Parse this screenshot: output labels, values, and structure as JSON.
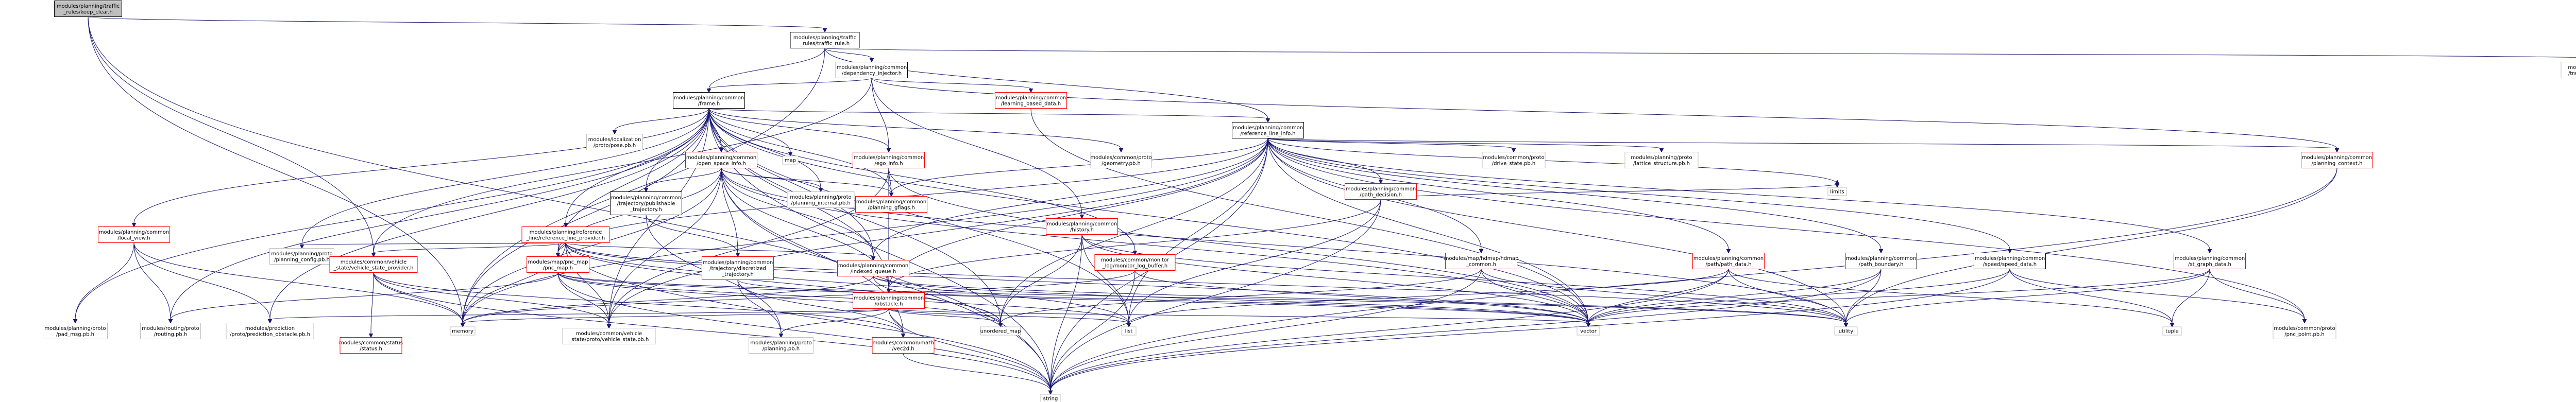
{
  "colors": {
    "edge": "#191970",
    "root_fill": "#bfbfbf",
    "default_border": "#000000",
    "link_border": "#ff0000",
    "external_border": "#bfbfbf"
  },
  "nodes": [
    {
      "id": "root",
      "lines": [
        "modules/planning/traffic",
        "_rules/keep_clear.h"
      ],
      "kind": "root"
    },
    {
      "id": "traffic_rule",
      "lines": [
        "modules/planning/traffic",
        "_rules/traffic_rule.h"
      ],
      "kind": "default"
    },
    {
      "id": "dependency_injector",
      "lines": [
        "modules/planning/common",
        "/dependency_injector.h"
      ],
      "kind": "default"
    },
    {
      "id": "traffic_rule_config",
      "lines": [
        "modules/planning/proto",
        "/traffic_rule_config.pb.h"
      ],
      "kind": "external"
    },
    {
      "id": "frame",
      "lines": [
        "modules/planning/common",
        "/frame.h"
      ],
      "kind": "default"
    },
    {
      "id": "learning_based_data",
      "lines": [
        "modules/planning/common",
        "/learning_based_data.h"
      ],
      "kind": "link"
    },
    {
      "id": "reference_line_info",
      "lines": [
        "modules/planning/common",
        "/reference_line_info.h"
      ],
      "kind": "default"
    },
    {
      "id": "planning_context",
      "lines": [
        "modules/planning/common",
        "/planning_context.h"
      ],
      "kind": "link"
    },
    {
      "id": "localization_pose",
      "lines": [
        "modules/localization",
        "/proto/pose.pb.h"
      ],
      "kind": "external"
    },
    {
      "id": "open_space_info",
      "lines": [
        "modules/planning/common",
        "/open_space_info.h"
      ],
      "kind": "link"
    },
    {
      "id": "ego_info",
      "lines": [
        "modules/planning/common",
        "/ego_info.h"
      ],
      "kind": "link"
    },
    {
      "id": "map_h",
      "lines": [
        "map"
      ],
      "kind": "external"
    },
    {
      "id": "geometry_pb",
      "lines": [
        "modules/common/proto",
        "/geometry.pb.h"
      ],
      "kind": "external"
    },
    {
      "id": "planning_internal",
      "lines": [
        "modules/planning/proto",
        "/planning_internal.pb.h"
      ],
      "kind": "external"
    },
    {
      "id": "publishable_trajectory",
      "lines": [
        "modules/planning/common",
        "/trajectory/publishable",
        "_trajectory.h"
      ],
      "kind": "default"
    },
    {
      "id": "planning_gflags",
      "lines": [
        "modules/planning/common",
        "/planning_gflags.h"
      ],
      "kind": "link"
    },
    {
      "id": "local_view",
      "lines": [
        "modules/planning/common",
        "/local_view.h"
      ],
      "kind": "link"
    },
    {
      "id": "reference_line_provider",
      "lines": [
        "modules/planning/reference",
        "_line/reference_line_provider.h"
      ],
      "kind": "link"
    },
    {
      "id": "planning_config",
      "lines": [
        "modules/planning/proto",
        "/planning_config.pb.h"
      ],
      "kind": "external"
    },
    {
      "id": "vehicle_state_provider",
      "lines": [
        "modules/common/vehicle",
        "_state/vehicle_state_provider.h"
      ],
      "kind": "link"
    },
    {
      "id": "pnc_map",
      "lines": [
        "modules/map/pnc_map",
        "/pnc_map.h"
      ],
      "kind": "link"
    },
    {
      "id": "discretized_trajectory",
      "lines": [
        "modules/planning/common",
        "/trajectory/discretized",
        "_trajectory.h"
      ],
      "kind": "link"
    },
    {
      "id": "indexed_queue",
      "lines": [
        "modules/planning/common",
        "/indexed_queue.h"
      ],
      "kind": "link"
    },
    {
      "id": "obstacle",
      "lines": [
        "modules/planning/common",
        "/obstacle.h"
      ],
      "kind": "link"
    },
    {
      "id": "history",
      "lines": [
        "modules/planning/common",
        "/history.h"
      ],
      "kind": "link"
    },
    {
      "id": "monitor_log_buffer",
      "lines": [
        "modules/common/monitor",
        "_log/monitor_log_buffer.h"
      ],
      "kind": "link"
    },
    {
      "id": "path_decision",
      "lines": [
        "modules/planning/common",
        "/path_decision.h"
      ],
      "kind": "link"
    },
    {
      "id": "drive_state",
      "lines": [
        "modules/common/proto",
        "/drive_state.pb.h"
      ],
      "kind": "external"
    },
    {
      "id": "lattice_structure",
      "lines": [
        "modules/planning/proto",
        "/lattice_structure.pb.h"
      ],
      "kind": "external"
    },
    {
      "id": "limits",
      "lines": [
        "limits"
      ],
      "kind": "external"
    },
    {
      "id": "hdmap_common",
      "lines": [
        "modules/map/hdmap/hdmap",
        "_common.h"
      ],
      "kind": "link"
    },
    {
      "id": "path_data",
      "lines": [
        "modules/planning/common",
        "/path/path_data.h"
      ],
      "kind": "link"
    },
    {
      "id": "path_boundary",
      "lines": [
        "modules/planning/common",
        "/path_boundary.h"
      ],
      "kind": "default"
    },
    {
      "id": "speed_data",
      "lines": [
        "modules/planning/common",
        "/speed/speed_data.h"
      ],
      "kind": "default"
    },
    {
      "id": "st_graph_data",
      "lines": [
        "modules/planning/common",
        "/st_graph_data.h"
      ],
      "kind": "link"
    },
    {
      "id": "pad_msg",
      "lines": [
        "modules/planning/proto",
        "/pad_msg.pb.h"
      ],
      "kind": "external"
    },
    {
      "id": "routing_pb",
      "lines": [
        "modules/routing/proto",
        "/routing.pb.h"
      ],
      "kind": "external"
    },
    {
      "id": "prediction_obstacle",
      "lines": [
        "modules/prediction",
        "/proto/prediction_obstacle.pb.h"
      ],
      "kind": "external"
    },
    {
      "id": "status_h",
      "lines": [
        "modules/common/status",
        "/status.h"
      ],
      "kind": "link"
    },
    {
      "id": "memory",
      "lines": [
        "memory"
      ],
      "kind": "external"
    },
    {
      "id": "vehicle_state_pb",
      "lines": [
        "modules/common/vehicle",
        "_state/proto/vehicle_state.pb.h"
      ],
      "kind": "external"
    },
    {
      "id": "planning_pb",
      "lines": [
        "modules/planning/proto",
        "/planning.pb.h"
      ],
      "kind": "external"
    },
    {
      "id": "vec2d",
      "lines": [
        "modules/common/math",
        "/vec2d.h"
      ],
      "kind": "link"
    },
    {
      "id": "unordered_map",
      "lines": [
        "unordered_map"
      ],
      "kind": "external"
    },
    {
      "id": "list_h",
      "lines": [
        "list"
      ],
      "kind": "external"
    },
    {
      "id": "vector_h",
      "lines": [
        "vector"
      ],
      "kind": "external"
    },
    {
      "id": "utility_h",
      "lines": [
        "utility"
      ],
      "kind": "external"
    },
    {
      "id": "tuple_h",
      "lines": [
        "tuple"
      ],
      "kind": "external"
    },
    {
      "id": "pnc_point",
      "lines": [
        "modules/common/proto",
        "/pnc_point.pb.h"
      ],
      "kind": "external"
    },
    {
      "id": "string_h",
      "lines": [
        "string"
      ],
      "kind": "external"
    }
  ],
  "edges": [
    [
      "root",
      "traffic_rule"
    ],
    [
      "root",
      "memory"
    ],
    [
      "root",
      "string_h"
    ],
    [
      "root",
      "vehicle_state_provider"
    ],
    [
      "traffic_rule",
      "dependency_injector"
    ],
    [
      "traffic_rule",
      "traffic_rule_config"
    ],
    [
      "traffic_rule",
      "frame"
    ],
    [
      "traffic_rule",
      "reference_line_info"
    ],
    [
      "traffic_rule",
      "memory"
    ],
    [
      "dependency_injector",
      "frame"
    ],
    [
      "dependency_injector",
      "learning_based_data"
    ],
    [
      "dependency_injector",
      "planning_context"
    ],
    [
      "dependency_injector",
      "ego_info"
    ],
    [
      "dependency_injector",
      "history"
    ],
    [
      "dependency_injector",
      "vehicle_state_provider"
    ],
    [
      "frame",
      "localization_pose"
    ],
    [
      "frame",
      "open_space_info"
    ],
    [
      "frame",
      "ego_info"
    ],
    [
      "frame",
      "map_h"
    ],
    [
      "frame",
      "geometry_pb"
    ],
    [
      "frame",
      "planning_internal"
    ],
    [
      "frame",
      "publishable_trajectory"
    ],
    [
      "frame",
      "local_view"
    ],
    [
      "frame",
      "reference_line_provider"
    ],
    [
      "frame",
      "reference_line_info"
    ],
    [
      "frame",
      "monitor_log_buffer"
    ],
    [
      "frame",
      "indexed_queue"
    ],
    [
      "frame",
      "obstacle"
    ],
    [
      "frame",
      "pad_msg"
    ],
    [
      "frame",
      "planning_config"
    ],
    [
      "frame",
      "prediction_obstacle"
    ],
    [
      "frame",
      "vehicle_state_pb"
    ],
    [
      "frame",
      "list_h"
    ],
    [
      "frame",
      "vector_h"
    ],
    [
      "frame",
      "string_h"
    ],
    [
      "frame",
      "memory"
    ],
    [
      "frame",
      "unordered_map"
    ],
    [
      "frame",
      "pnc_map"
    ],
    [
      "frame",
      "routing_pb"
    ],
    [
      "frame",
      "planning_gflags"
    ],
    [
      "learning_based_data",
      "vector_h"
    ],
    [
      "open_space_info",
      "planning_internal"
    ],
    [
      "open_space_info",
      "publishable_trajectory"
    ],
    [
      "open_space_info",
      "indexed_queue"
    ],
    [
      "open_space_info",
      "obstacle"
    ],
    [
      "open_space_info",
      "pnc_map"
    ],
    [
      "open_space_info",
      "vehicle_state_pb"
    ],
    [
      "open_space_info",
      "vector_h"
    ],
    [
      "open_space_info",
      "utility_h"
    ],
    [
      "open_space_info",
      "memory"
    ],
    [
      "open_space_info",
      "string_h"
    ],
    [
      "open_space_info",
      "planning_gflags"
    ],
    [
      "open_space_info",
      "discretized_trajectory"
    ],
    [
      "open_space_info",
      "vec2d"
    ],
    [
      "ego_info",
      "obstacle"
    ],
    [
      "ego_info",
      "vehicle_state_pb"
    ],
    [
      "ego_info",
      "planning_gflags"
    ],
    [
      "ego_info",
      "vector_h"
    ],
    [
      "publishable_trajectory",
      "discretized_trajectory"
    ],
    [
      "publishable_trajectory",
      "planning_pb"
    ],
    [
      "reference_line_provider",
      "planning_config"
    ],
    [
      "reference_line_provider",
      "vehicle_state_provider"
    ],
    [
      "reference_line_provider",
      "pnc_map"
    ],
    [
      "reference_line_provider",
      "indexed_queue"
    ],
    [
      "reference_line_provider",
      "list_h"
    ],
    [
      "reference_line_provider",
      "memory"
    ],
    [
      "reference_line_provider",
      "string_h"
    ],
    [
      "reference_line_provider",
      "unordered_map"
    ],
    [
      "reference_line_provider",
      "utility_h"
    ],
    [
      "reference_line_provider",
      "vector_h"
    ],
    [
      "reference_line_provider",
      "vehicle_state_pb"
    ],
    [
      "local_view",
      "pad_msg"
    ],
    [
      "local_view",
      "prediction_obstacle"
    ],
    [
      "local_view",
      "routing_pb"
    ],
    [
      "local_view",
      "memory"
    ],
    [
      "vehicle_state_provider",
      "status_h"
    ],
    [
      "vehicle_state_provider",
      "vehicle_state_pb"
    ],
    [
      "vehicle_state_provider",
      "memory"
    ],
    [
      "vehicle_state_provider",
      "string_h"
    ],
    [
      "vehicle_state_provider",
      "vec2d"
    ],
    [
      "pnc_map",
      "routing_pb"
    ],
    [
      "pnc_map",
      "vector_h"
    ],
    [
      "pnc_map",
      "string_h"
    ],
    [
      "pnc_map",
      "unordered_map"
    ],
    [
      "pnc_map",
      "vehicle_state_pb"
    ],
    [
      "pnc_map",
      "list_h"
    ],
    [
      "pnc_map",
      "utility_h"
    ],
    [
      "discretized_trajectory",
      "planning_pb"
    ],
    [
      "discretized_trajectory",
      "vec2d"
    ],
    [
      "discretized_trajectory",
      "vector_h"
    ],
    [
      "indexed_queue",
      "memory"
    ],
    [
      "indexed_queue",
      "unordered_map"
    ],
    [
      "indexed_queue",
      "utility_h"
    ],
    [
      "indexed_queue",
      "vector_h"
    ],
    [
      "obstacle",
      "prediction_obstacle"
    ],
    [
      "obstacle",
      "list_h"
    ],
    [
      "obstacle",
      "memory"
    ],
    [
      "obstacle",
      "string_h"
    ],
    [
      "obstacle",
      "unordered_map"
    ],
    [
      "obstacle",
      "vector_h"
    ],
    [
      "obstacle",
      "vec2d"
    ],
    [
      "obstacle",
      "planning_pb"
    ],
    [
      "history",
      "list_h"
    ],
    [
      "history",
      "string_h"
    ],
    [
      "history",
      "unordered_map"
    ],
    [
      "history",
      "utility_h"
    ],
    [
      "history",
      "vector_h"
    ],
    [
      "monitor_log_buffer",
      "string_h"
    ],
    [
      "monitor_log_buffer",
      "vector_h"
    ],
    [
      "monitor_log_buffer",
      "memory"
    ],
    [
      "reference_line_info",
      "planning_context"
    ],
    [
      "reference_line_info",
      "path_decision"
    ],
    [
      "reference_line_info",
      "drive_state"
    ],
    [
      "reference_line_info",
      "lattice_structure"
    ],
    [
      "reference_line_info",
      "limits"
    ],
    [
      "reference_line_info",
      "hdmap_common"
    ],
    [
      "reference_line_info",
      "path_data"
    ],
    [
      "reference_line_info",
      "path_boundary"
    ],
    [
      "reference_line_info",
      "speed_data"
    ],
    [
      "reference_line_info",
      "st_graph_data"
    ],
    [
      "reference_line_info",
      "obstacle"
    ],
    [
      "reference_line_info",
      "vehicle_state_pb"
    ],
    [
      "reference_line_info",
      "string_h"
    ],
    [
      "reference_line_info",
      "vector_h"
    ],
    [
      "reference_line_info",
      "unordered_map"
    ],
    [
      "reference_line_info",
      "list_h"
    ],
    [
      "reference_line_info",
      "memory"
    ],
    [
      "reference_line_info",
      "utility_h"
    ],
    [
      "reference_line_info",
      "pnc_point"
    ],
    [
      "reference_line_info",
      "planning_gflags"
    ],
    [
      "reference_line_info",
      "pnc_map"
    ],
    [
      "reference_line_info",
      "indexed_queue"
    ],
    [
      "path_decision",
      "obstacle"
    ],
    [
      "path_decision",
      "limits"
    ],
    [
      "path_decision",
      "list_h"
    ],
    [
      "path_decision",
      "string_h"
    ],
    [
      "hdmap_common",
      "vector_h"
    ],
    [
      "hdmap_common",
      "string_h"
    ],
    [
      "hdmap_common",
      "unordered_map"
    ],
    [
      "hdmap_common",
      "utility_h"
    ],
    [
      "path_data",
      "vector_h"
    ],
    [
      "path_data",
      "string_h"
    ],
    [
      "path_data",
      "utility_h"
    ],
    [
      "path_data",
      "list_h"
    ],
    [
      "path_data",
      "tuple_h"
    ],
    [
      "path_boundary",
      "vector_h"
    ],
    [
      "path_boundary",
      "string_h"
    ],
    [
      "path_boundary",
      "utility_h"
    ],
    [
      "speed_data",
      "vector_h"
    ],
    [
      "speed_data",
      "string_h"
    ],
    [
      "speed_data",
      "tuple_h"
    ],
    [
      "speed_data",
      "pnc_point"
    ],
    [
      "st_graph_data",
      "tuple_h"
    ],
    [
      "st_graph_data",
      "pnc_point"
    ],
    [
      "st_graph_data",
      "vector_h"
    ],
    [
      "st_graph_data",
      "utility_h"
    ],
    [
      "planning_context",
      "string_h"
    ],
    [
      "planning_context",
      "utility_h"
    ],
    [
      "vec2d",
      "string_h"
    ]
  ]
}
